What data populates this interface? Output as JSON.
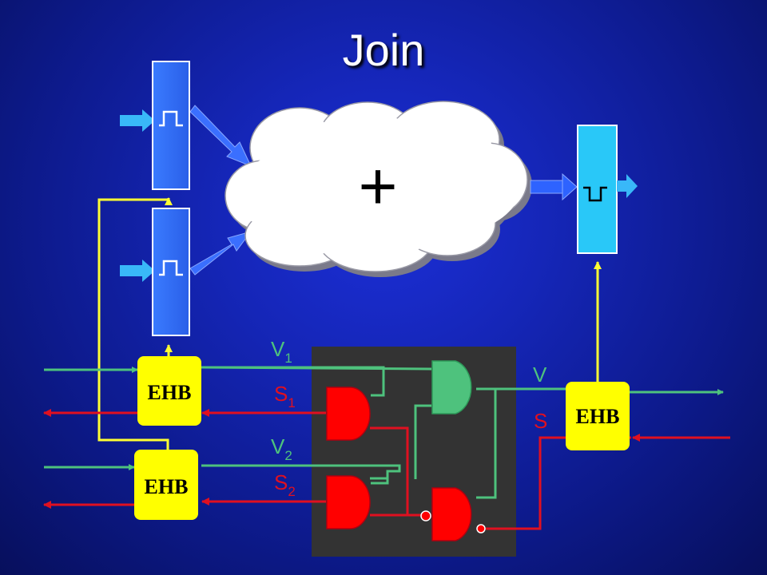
{
  "slide": {
    "title": "Join"
  },
  "operator": {
    "symbol": "+"
  },
  "blocks": {
    "ehb_in1": "EHB",
    "ehb_in2": "EHB",
    "ehb_out": "EHB"
  },
  "signals": {
    "v1": {
      "base": "V",
      "sub": "1"
    },
    "s1": {
      "base": "S",
      "sub": "1"
    },
    "v2": {
      "base": "V",
      "sub": "2"
    },
    "s2": {
      "base": "S",
      "sub": "2"
    },
    "v": "V",
    "s": "S"
  },
  "colors": {
    "valid": "#4ec27d",
    "stop": "#e01020",
    "latch_enable": "#ffff33",
    "ehb": "#ffff00",
    "register": "#2a6cff",
    "output_register": "#29c8f8",
    "logic_panel": "#333333",
    "cloud": "#ffffff"
  }
}
